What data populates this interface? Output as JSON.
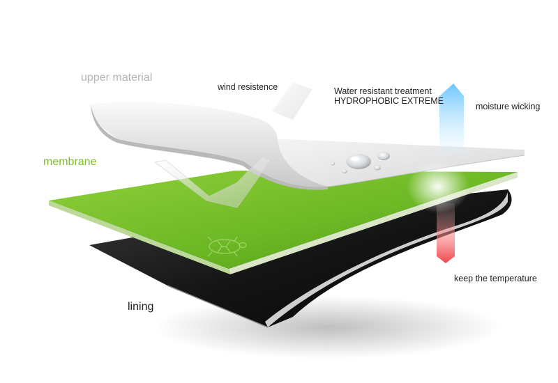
{
  "labels": {
    "upper_material": "upper material",
    "membrane": "membrane",
    "lining": "lining",
    "wind": "wind resistence",
    "water_line1": "Water resistant treatment",
    "water_line2": "HYDROPHOBIC EXTREME",
    "moisture": "moisture wicking",
    "temperature": "keep the temperature"
  },
  "colors": {
    "upper_material_label": "#b4b4b4",
    "membrane": "#7bbd2a",
    "lining": "#1e1e1e",
    "moisture_arrow": "#4aaee8",
    "temperature_arrow": "#e8474a"
  },
  "icons": [
    "turtle-icon",
    "water-drop-icon",
    "moisture-arrow-icon",
    "temperature-arrow-icon",
    "wind-arrow-icon"
  ]
}
